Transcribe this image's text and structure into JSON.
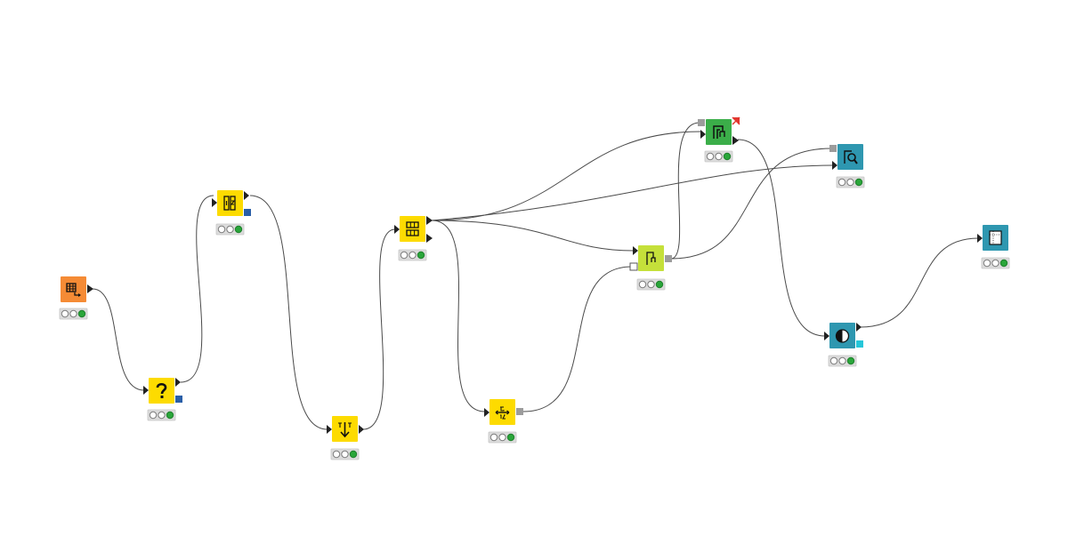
{
  "workflow": {
    "colors": {
      "source": "#f58b35",
      "manipulator": "#fddb00",
      "learner": "#c5e03a",
      "predictor": "#3bae49",
      "scorer": "#2e97b0",
      "view": "#2e97b0",
      "model_port": "#2a5fa8",
      "generic_port": "#9c9c9c",
      "flow_port": "#25c6d9",
      "warning": "#e2372f"
    },
    "nodes": [
      {
        "id": "table-creator",
        "category": "source",
        "icon": "table-creator-icon",
        "status": "executed"
      },
      {
        "id": "missing-value",
        "category": "manipulator",
        "icon": "question-mark-icon",
        "status": "executed"
      },
      {
        "id": "missing-value-apply",
        "category": "manipulator",
        "icon": "column-apply-icon",
        "status": "executed"
      },
      {
        "id": "sorter",
        "category": "manipulator",
        "icon": "sort-icon",
        "status": "executed"
      },
      {
        "id": "partitioning",
        "category": "manipulator",
        "icon": "partition-icon",
        "status": "executed"
      },
      {
        "id": "normalizer",
        "category": "manipulator",
        "icon": "normalizer-icon",
        "status": "executed"
      },
      {
        "id": "tree-learner",
        "category": "learner",
        "icon": "decision-tree-icon",
        "status": "executed"
      },
      {
        "id": "tree-predictor",
        "category": "predictor",
        "icon": "tree-predictor-icon",
        "status": "executed",
        "warning": true
      },
      {
        "id": "scorer",
        "category": "scorer",
        "icon": "scorer-icon",
        "status": "executed"
      },
      {
        "id": "color-manager",
        "category": "manipulator-dark",
        "icon": "color-manager-icon",
        "status": "executed"
      },
      {
        "id": "table-view",
        "category": "view",
        "icon": "table-view-icon",
        "status": "executed"
      }
    ],
    "connections": [
      [
        "table-creator",
        "missing-value"
      ],
      [
        "missing-value",
        "missing-value-apply"
      ],
      [
        "missing-value-apply",
        "sorter"
      ],
      [
        "sorter",
        "partitioning"
      ],
      [
        "partitioning",
        "normalizer"
      ],
      [
        "partitioning",
        "tree-learner"
      ],
      [
        "partitioning",
        "tree-predictor"
      ],
      [
        "partitioning",
        "scorer"
      ],
      [
        "normalizer",
        "tree-learner"
      ],
      [
        "tree-learner",
        "tree-predictor"
      ],
      [
        "tree-learner",
        "scorer"
      ],
      [
        "tree-predictor",
        "color-manager"
      ],
      [
        "color-manager",
        "table-view"
      ]
    ]
  }
}
